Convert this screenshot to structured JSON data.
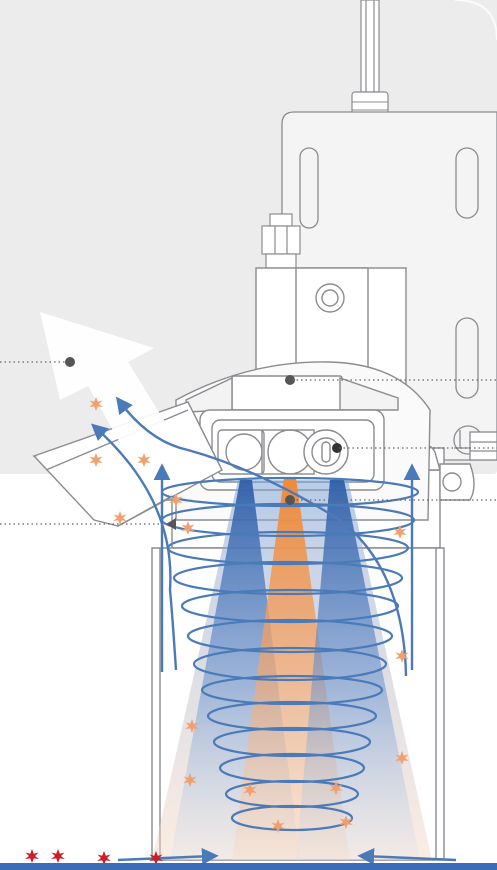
{
  "colors": {
    "background_panel": "#ececed",
    "outline": "#8a8c90",
    "flow_arrow": "#4a7ab8",
    "beam_blue": "#2f5ea8",
    "beam_orange": "#ee8a3a",
    "particle_light": "#f0a06e",
    "particle_dark": "#c81e2a",
    "pointer": "#555555",
    "floor_line": "#3a6cb8"
  },
  "labels": [],
  "callouts": [
    "exhaust-outlet",
    "sensor-body",
    "light-beam",
    "measurement-zone",
    "inlet-flow"
  ],
  "icons": [
    "cable-icon",
    "mounting-bracket-icon",
    "lens-icon",
    "exhaust-arrow-icon",
    "particle-icon",
    "vortex-airflow-icon"
  ]
}
